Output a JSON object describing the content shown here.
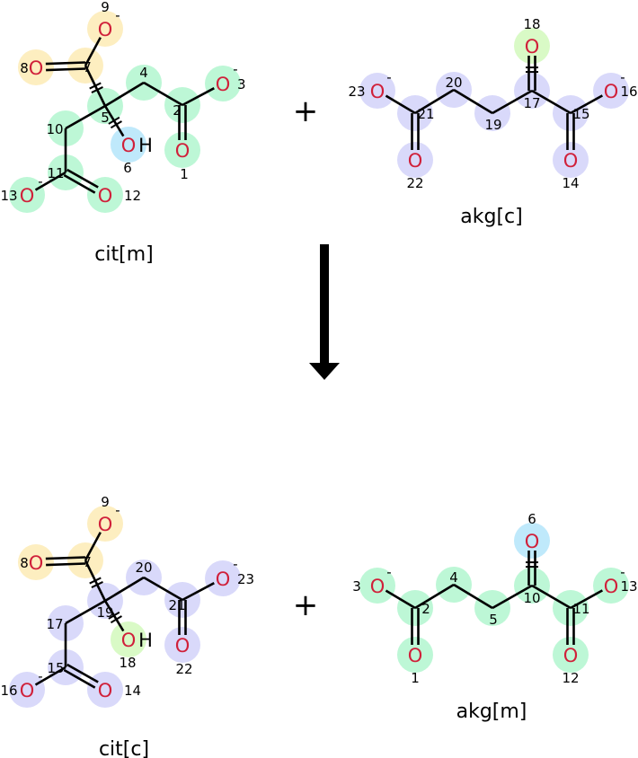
{
  "reaction": {
    "plus_symbol": "+",
    "colors": {
      "yellow": "#fdeec0",
      "green": "#bdf7d6",
      "blue": "#bfe9fb",
      "purple": "#d9d9fa",
      "lime": "#d9fac6",
      "oxygen": "#d0203a",
      "bond": "#000000"
    },
    "molecules": [
      {
        "name": "cit[m]",
        "template": "cit",
        "atoms": [
          {
            "num": "7",
            "el": "",
            "color": "yellow"
          },
          {
            "num": "9",
            "el": "O",
            "charge": "-",
            "color": "yellow"
          },
          {
            "num": "8",
            "el": "O",
            "color": "yellow"
          },
          {
            "num": "5",
            "el": "",
            "color": "green"
          },
          {
            "num": "4",
            "el": "",
            "color": "green"
          },
          {
            "num": "2",
            "el": "",
            "color": "green"
          },
          {
            "num": "3",
            "el": "O",
            "charge": "-",
            "color": "green"
          },
          {
            "num": "1",
            "el": "O",
            "color": "green"
          },
          {
            "num": "6",
            "el": "O",
            "h": "H",
            "color": "blue"
          },
          {
            "num": "10",
            "el": "",
            "color": "green"
          },
          {
            "num": "11",
            "el": "",
            "color": "green"
          },
          {
            "num": "13",
            "el": "O",
            "charge": "-",
            "color": "green"
          },
          {
            "num": "12",
            "el": "O",
            "color": "green"
          }
        ]
      },
      {
        "name": "akg[c]",
        "template": "akg",
        "atoms": [
          {
            "num": "23",
            "el": "O",
            "charge": "-",
            "color": "purple"
          },
          {
            "num": "21",
            "el": "",
            "color": "purple"
          },
          {
            "num": "22",
            "el": "O",
            "color": "purple"
          },
          {
            "num": "20",
            "el": "",
            "color": "purple"
          },
          {
            "num": "19",
            "el": "",
            "color": "purple"
          },
          {
            "num": "17",
            "el": "",
            "color": "purple"
          },
          {
            "num": "18",
            "el": "O",
            "color": "lime"
          },
          {
            "num": "15",
            "el": "",
            "color": "purple"
          },
          {
            "num": "14",
            "el": "O",
            "color": "purple"
          },
          {
            "num": "16",
            "el": "O",
            "charge": "-",
            "color": "purple"
          }
        ]
      },
      {
        "name": "cit[c]",
        "template": "cit",
        "atoms": [
          {
            "num": "7",
            "el": "",
            "color": "yellow"
          },
          {
            "num": "9",
            "el": "O",
            "charge": "-",
            "color": "yellow"
          },
          {
            "num": "8",
            "el": "O",
            "color": "yellow"
          },
          {
            "num": "19",
            "el": "",
            "color": "purple"
          },
          {
            "num": "20",
            "el": "",
            "color": "purple"
          },
          {
            "num": "21",
            "el": "",
            "color": "purple"
          },
          {
            "num": "23",
            "el": "O",
            "charge": "-",
            "color": "purple"
          },
          {
            "num": "22",
            "el": "O",
            "color": "purple"
          },
          {
            "num": "18",
            "el": "O",
            "h": "H",
            "color": "lime"
          },
          {
            "num": "17",
            "el": "",
            "color": "purple"
          },
          {
            "num": "15",
            "el": "",
            "color": "purple"
          },
          {
            "num": "16",
            "el": "O",
            "charge": "-",
            "color": "purple"
          },
          {
            "num": "14",
            "el": "O",
            "color": "purple"
          }
        ]
      },
      {
        "name": "akg[m]",
        "template": "akg",
        "atoms": [
          {
            "num": "3",
            "el": "O",
            "charge": "-",
            "color": "green"
          },
          {
            "num": "2",
            "el": "",
            "color": "green"
          },
          {
            "num": "1",
            "el": "O",
            "color": "green"
          },
          {
            "num": "4",
            "el": "",
            "color": "green"
          },
          {
            "num": "5",
            "el": "",
            "color": "green"
          },
          {
            "num": "10",
            "el": "",
            "color": "green"
          },
          {
            "num": "6",
            "el": "O",
            "color": "blue"
          },
          {
            "num": "11",
            "el": "",
            "color": "green"
          },
          {
            "num": "12",
            "el": "O",
            "color": "green"
          },
          {
            "num": "13",
            "el": "O",
            "charge": "-",
            "color": "green"
          }
        ]
      }
    ]
  }
}
